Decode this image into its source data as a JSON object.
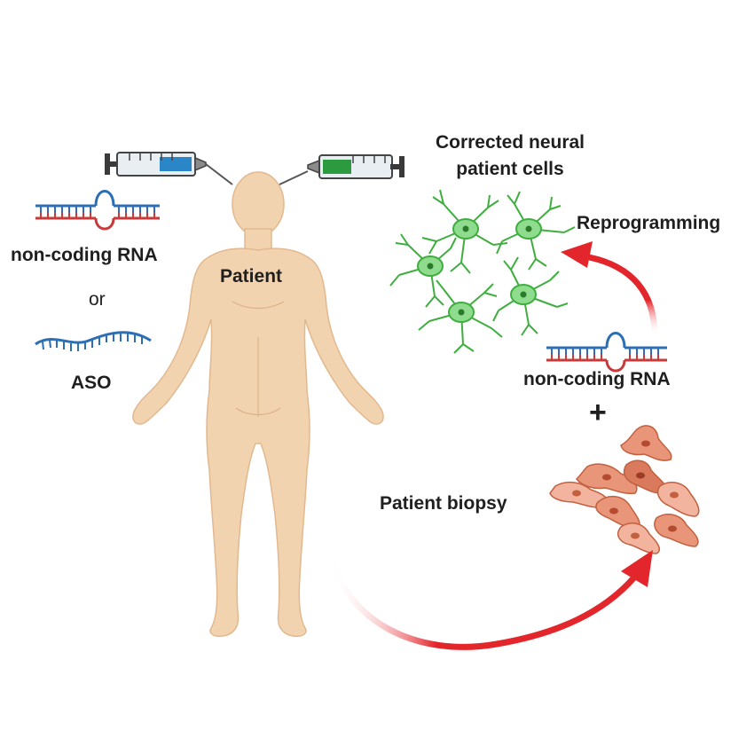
{
  "labels": {
    "left_rna": "non-coding RNA",
    "or": "or",
    "aso": "ASO",
    "patient": "Patient",
    "corrected_line1": "Corrected neural",
    "corrected_line2": "patient cells",
    "reprogramming": "Reprogramming",
    "right_rna": "non-coding RNA",
    "plus": "+",
    "biopsy": "Patient biopsy"
  },
  "colors": {
    "skin": "#f2d3b0",
    "skin_outline": "#e2b88f",
    "rna_blue": "#2d6fb5",
    "rna_red": "#c73a3a",
    "neuron_fill": "#8fdc8f",
    "neuron_stroke": "#3fae3f",
    "fibroblast_fill": "#e8957a",
    "fibroblast_light": "#f2b49e",
    "arrow_red": "#e3262b",
    "syringe_blue_liquid": "#2a86c6",
    "syringe_green_liquid": "#2c9a3e"
  },
  "icons": [
    "syringe-icon",
    "rna-hairpin-icon",
    "aso-strand-icon",
    "human-body-icon",
    "neuron-icon",
    "fibroblast-icon",
    "curved-arrow-icon"
  ]
}
